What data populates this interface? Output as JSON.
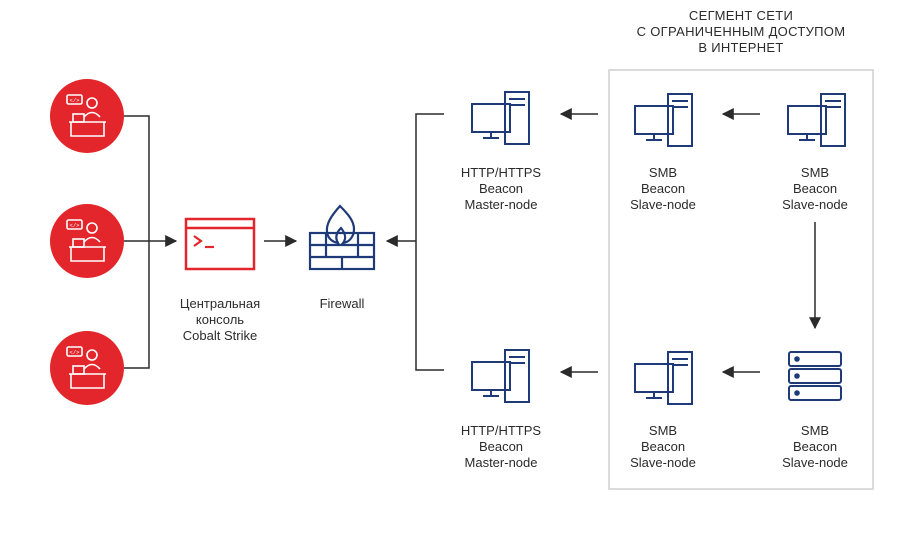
{
  "segment": {
    "title_lines": [
      "СЕГМЕНТ СЕТИ",
      "С ОГРАНИЧЕННЫМ ДОСТУПОМ",
      "В ИНТЕРНЕТ"
    ]
  },
  "console": {
    "label_lines": [
      "Центральная",
      "консоль",
      "Cobalt Strike"
    ]
  },
  "firewall": {
    "label": "Firewall"
  },
  "master_top": {
    "label_lines": [
      "HTTP/HTTPS",
      "Beacon",
      "Master-node"
    ]
  },
  "master_bottom": {
    "label_lines": [
      "HTTP/HTTPS",
      "Beacon",
      "Master-node"
    ]
  },
  "slave_top_mid": {
    "label_lines": [
      "SMB",
      "Beacon",
      "Slave-node"
    ]
  },
  "slave_top_right": {
    "label_lines": [
      "SMB",
      "Beacon",
      "Slave-node"
    ]
  },
  "slave_bottom_mid": {
    "label_lines": [
      "SMB",
      "Beacon",
      "Slave-node"
    ]
  },
  "slave_bottom_right": {
    "label_lines": [
      "SMB",
      "Beacon",
      "Slave-node"
    ]
  },
  "colors": {
    "red": "#e3262b",
    "navy": "#1f3a78",
    "line": "#2b2b2b",
    "segment_border": "#cfcfcf"
  }
}
